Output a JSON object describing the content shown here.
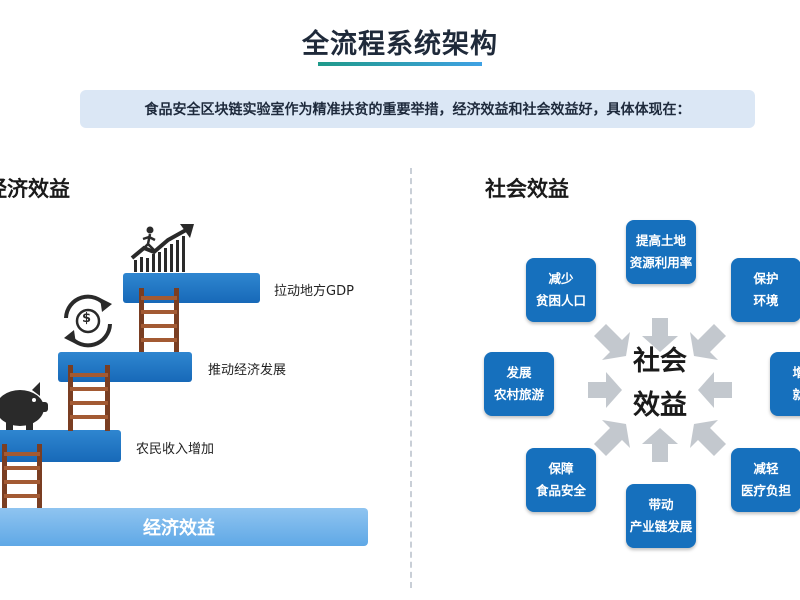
{
  "title": "全流程系统架构",
  "banner": "食品安全区块链实验室作为精准扶贫的重要举措，经济效益和社会效益好，具体体现在：",
  "economic": {
    "title": "经济效益",
    "steps": [
      "拉动地方GDP",
      "推动经济发展",
      "农民收入增加"
    ],
    "base_label": "经济效益",
    "dollar_symbol": "$"
  },
  "social": {
    "title": "社会效益",
    "center": [
      "社会",
      "效益"
    ],
    "nodes": [
      {
        "line1": "提高土地",
        "line2": "资源利用率"
      },
      {
        "line1": "保护",
        "line2": "环境"
      },
      {
        "line1": "增加",
        "line2": "就业"
      },
      {
        "line1": "减轻",
        "line2": "医疗负担"
      },
      {
        "line1": "带动",
        "line2": "产业链发展"
      },
      {
        "line1": "保障",
        "line2": "食品安全"
      },
      {
        "line1": "发展",
        "line2": "农村旅游"
      },
      {
        "line1": "减少",
        "line2": "贫困人口"
      }
    ]
  },
  "colors": {
    "step_blue": "#1769b8",
    "node_blue": "#1670bd",
    "base_blue": "#5fa8e6",
    "arrow_gray": "#c3c8ce",
    "ladder_brown": "#7a3e22"
  }
}
